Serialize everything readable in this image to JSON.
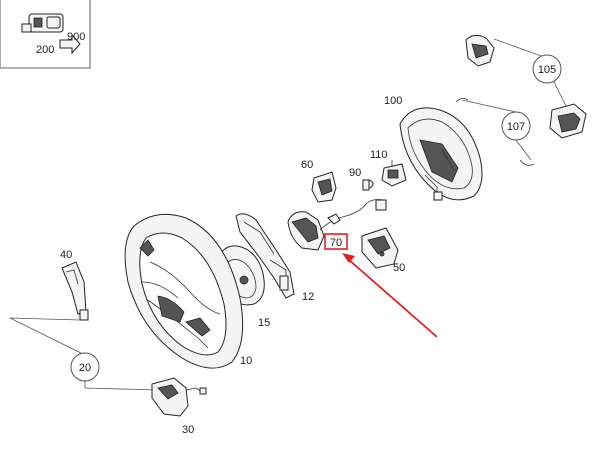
{
  "inset": {
    "labels": [
      "200",
      "900"
    ]
  },
  "callouts": {
    "c105": "105",
    "c107": "107",
    "c20": "20"
  },
  "labels": {
    "l100": "100",
    "l60": "60",
    "l110": "110",
    "l90": "90",
    "l70": "70",
    "l50": "50",
    "l40": "40",
    "l12": "12",
    "l15": "15",
    "l10": "10",
    "l30": "30"
  },
  "highlight": {
    "label": "70",
    "color": "#e02020"
  },
  "colors": {
    "line": "#222222",
    "accent": "#e02020"
  }
}
